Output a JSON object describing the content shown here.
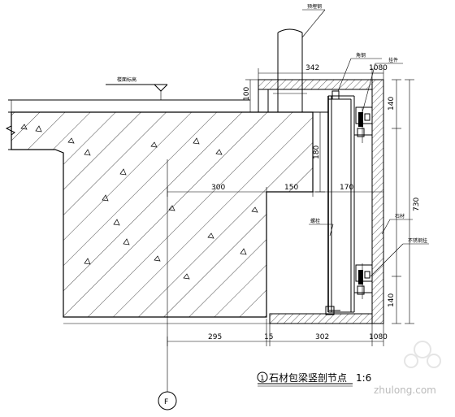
{
  "title": {
    "number": "1",
    "text": "石材包梁竖剖节点",
    "scale": "1:6"
  },
  "axis_label": "F",
  "floor_label": "楼面标高",
  "labels": {
    "top_pipe": "预埋钢",
    "bolt_top": "角钢",
    "top_right": "挂件",
    "mid_left": "螺栓",
    "mid_right": "石材",
    "bot_right": "不锈钢挂"
  },
  "dimensions": {
    "d342": "342",
    "d1080_top": "1080",
    "d100": "100",
    "d140_top": "140",
    "d180": "180",
    "d300": "300",
    "d150": "150",
    "d170": "170",
    "d730": "730",
    "d140_bot": "140",
    "d295": "295",
    "d15": "15",
    "d302": "302",
    "d1080_bot": "1080"
  },
  "watermark": "zhulong.com"
}
